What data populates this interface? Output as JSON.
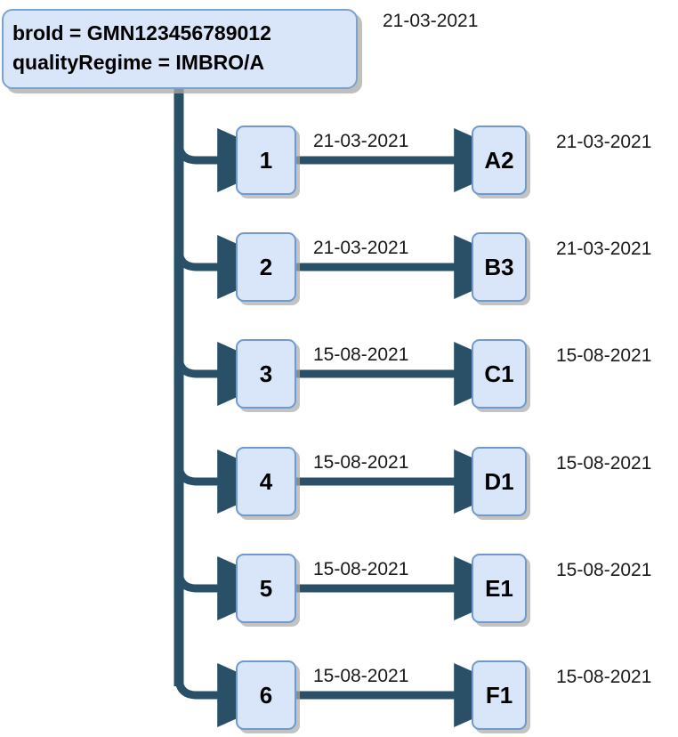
{
  "diagram": {
    "title_box": {
      "line1": "broId = GMN123456789012",
      "line2": "qualityRegime = IMBRO/A",
      "date": "21-03-2021"
    },
    "colors": {
      "node_fill": "#d9e5f8",
      "node_border": "#7099cd",
      "header_border": "#7ba3ce",
      "connector": "#2a5068",
      "shadow": "#aaaaaa",
      "text": "#000000"
    },
    "rows": [
      {
        "left_label": "1",
        "right_label": "A2",
        "edge_date": "21-03-2021",
        "end_date": "21-03-2021"
      },
      {
        "left_label": "2",
        "right_label": "B3",
        "edge_date": "21-03-2021",
        "end_date": "21-03-2021"
      },
      {
        "left_label": "3",
        "right_label": "C1",
        "edge_date": "15-08-2021",
        "end_date": "15-08-2021"
      },
      {
        "left_label": "4",
        "right_label": "D1",
        "edge_date": "15-08-2021",
        "end_date": "15-08-2021"
      },
      {
        "left_label": "5",
        "right_label": "E1",
        "edge_date": "15-08-2021",
        "end_date": "15-08-2021"
      },
      {
        "left_label": "6",
        "right_label": "F1",
        "edge_date": "15-08-2021",
        "end_date": "15-08-2021"
      }
    ]
  }
}
